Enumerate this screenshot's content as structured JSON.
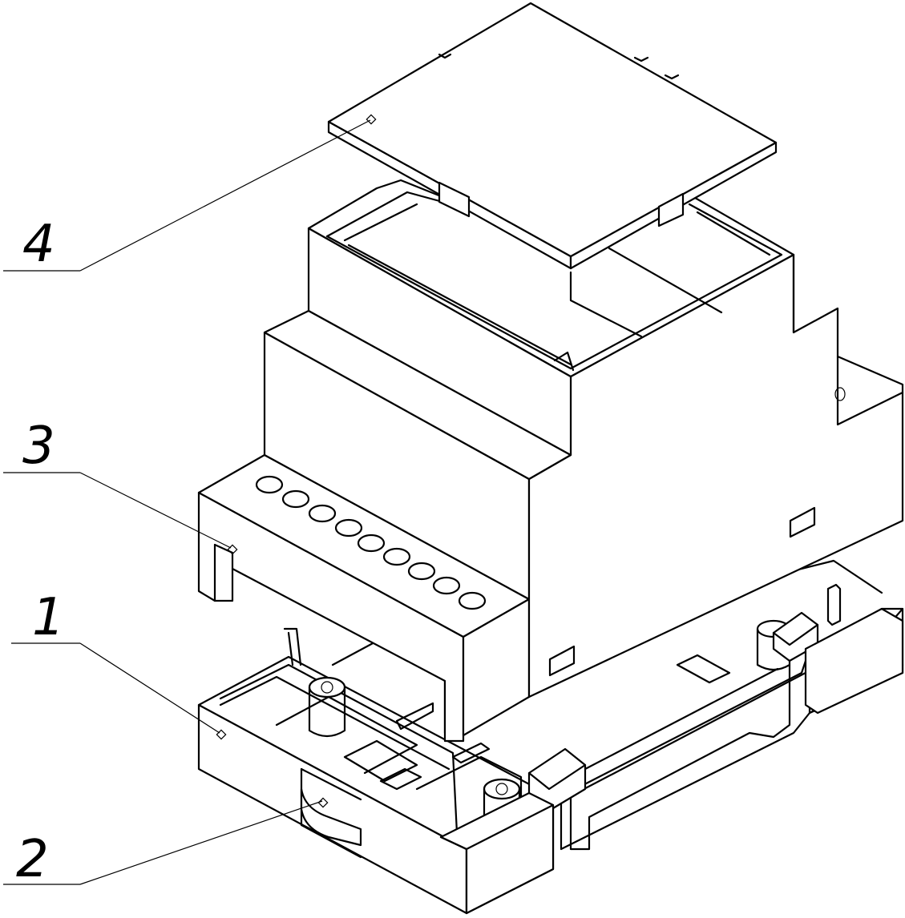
{
  "callouts": [
    {
      "label": "4"
    },
    {
      "label": "3"
    },
    {
      "label": "1"
    },
    {
      "label": "2"
    }
  ]
}
